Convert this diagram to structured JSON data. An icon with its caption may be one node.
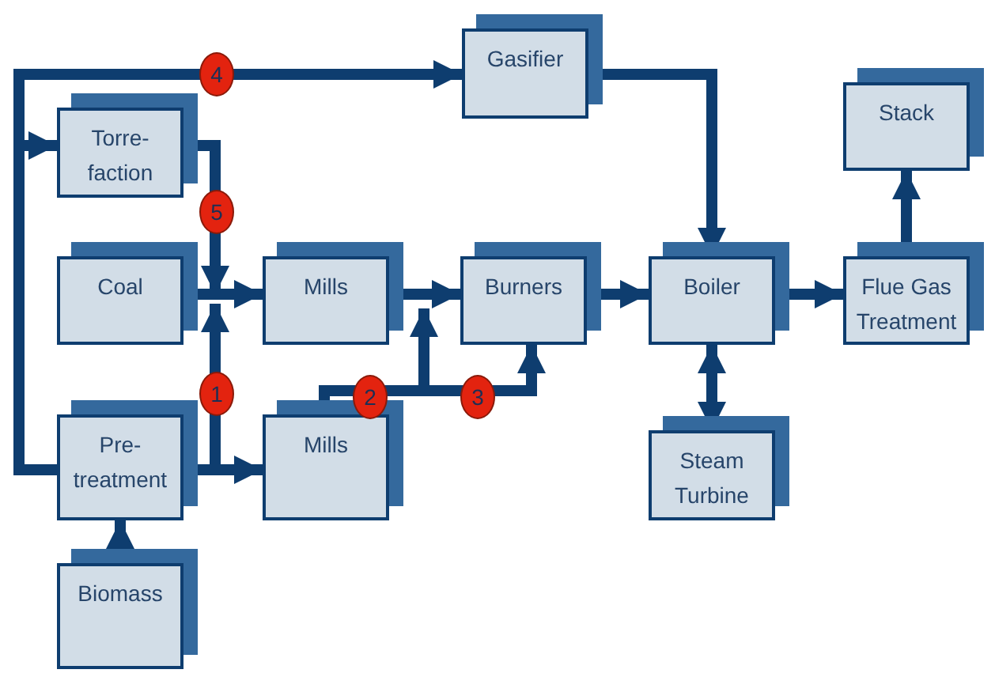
{
  "diagram": {
    "nodes": [
      {
        "text": [
          "Gasifier"
        ]
      },
      {
        "text": [
          "Torre- faction"
        ]
      },
      {
        "text": [
          "Coal"
        ]
      },
      {
        "text": [
          "Mills"
        ]
      },
      {
        "text": [
          "Burners"
        ]
      },
      {
        "text": [
          "Boiler"
        ]
      },
      {
        "text": [
          "Flue Gas Treatment"
        ]
      },
      {
        "text": [
          "Stack"
        ]
      },
      {
        "text": [
          "Pre- treatment"
        ]
      },
      {
        "text": [
          "Mills"
        ]
      },
      {
        "text": [
          "Steam Turbine"
        ]
      },
      {
        "text": [
          "Biomass"
        ]
      }
    ],
    "edges": [
      {
        "from": 8,
        "to": 0,
        "arrow": "to",
        "label": "4"
      },
      {
        "from": 8,
        "to": 1,
        "arrow": "to"
      },
      {
        "from": 1,
        "to": 3,
        "arrow": "to",
        "label": "5"
      },
      {
        "from": 2,
        "to": 3,
        "arrow": "to"
      },
      {
        "from": 8,
        "to": 3,
        "arrow": "to",
        "label": "1"
      },
      {
        "from": 8,
        "to": 9,
        "arrow": "to"
      },
      {
        "from": 9,
        "to": 4,
        "arrow": "to",
        "label": "2"
      },
      {
        "from": 9,
        "to": 4,
        "arrow": "to",
        "label": "3"
      },
      {
        "from": 3,
        "to": 4,
        "arrow": "to"
      },
      {
        "from": 0,
        "to": 5,
        "arrow": "to"
      },
      {
        "from": 4,
        "to": 5,
        "arrow": "to"
      },
      {
        "from": 5,
        "to": 10,
        "arrow": "both"
      },
      {
        "from": 5,
        "to": 6,
        "arrow": "to"
      },
      {
        "from": 6,
        "to": 7,
        "arrow": "to"
      },
      {
        "from": 11,
        "to": 8,
        "arrow": "to"
      }
    ]
  }
}
